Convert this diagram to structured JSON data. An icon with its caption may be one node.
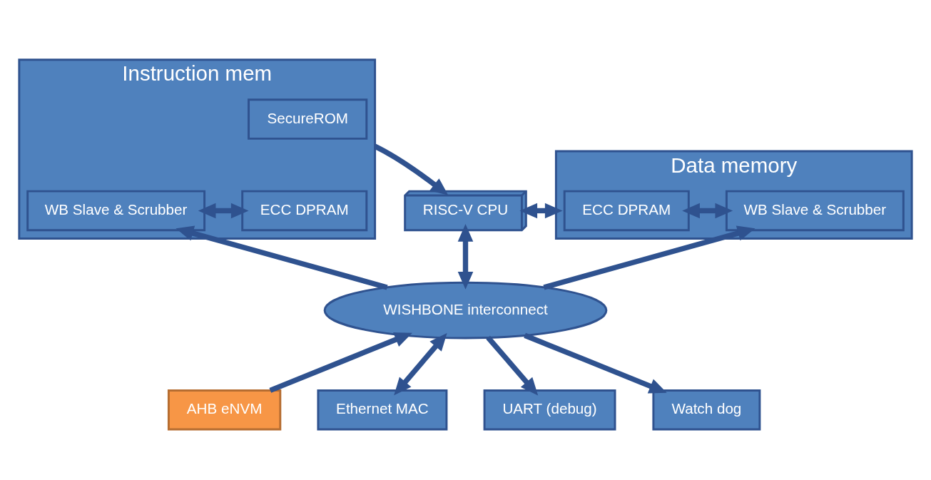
{
  "diagram": {
    "nodes": [
      {
        "text": [
          "Instruction mem"
        ]
      },
      {
        "text": [
          "SecureROM"
        ],
        "in": 0
      },
      {
        "text": [
          "WB Slave & Scrubber"
        ],
        "in": 0
      },
      {
        "text": [
          "ECC DPRAM"
        ],
        "in": 0
      },
      {
        "text": [
          "RISC-V CPU"
        ]
      },
      {
        "text": [
          "Data memory"
        ]
      },
      {
        "text": [
          "ECC DPRAM"
        ],
        "in": 5
      },
      {
        "text": [
          "WB Slave & Scrubber"
        ],
        "in": 5
      },
      {
        "text": [
          "WISHBONE interconnect"
        ]
      },
      {
        "text": [
          "AHB eNVM"
        ]
      },
      {
        "text": [
          "Ethernet MAC"
        ]
      },
      {
        "text": [
          "UART (debug)"
        ]
      },
      {
        "text": [
          "Watch dog"
        ]
      }
    ],
    "edges": [
      {
        "from": 2,
        "to": 3,
        "arrow": "both"
      },
      {
        "from": 0,
        "to": 4,
        "arrow": "to"
      },
      {
        "from": 4,
        "to": 5,
        "arrow": "both"
      },
      {
        "from": 4,
        "to": 8,
        "arrow": "both"
      },
      {
        "from": 8,
        "to": 2,
        "arrow": "to"
      },
      {
        "from": 8,
        "to": 7,
        "arrow": "to"
      },
      {
        "from": 6,
        "to": 7,
        "arrow": "both"
      },
      {
        "from": 9,
        "to": 8,
        "arrow": "to"
      },
      {
        "from": 10,
        "to": 8,
        "arrow": "both"
      },
      {
        "from": 8,
        "to": 11,
        "arrow": "to"
      },
      {
        "from": 8,
        "to": 12,
        "arrow": "to"
      }
    ]
  }
}
